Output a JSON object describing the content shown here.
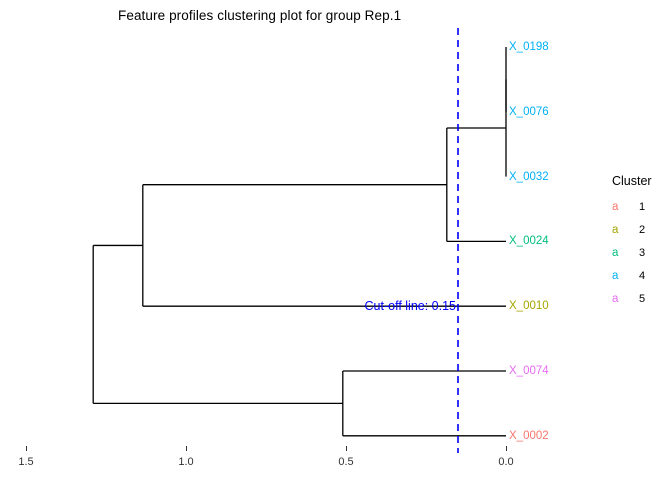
{
  "title": "Feature profiles clustering plot for group Rep.1",
  "cutoff_label": "Cut-off line: 0.15",
  "legend": {
    "title": "Cluster",
    "key_glyph": "a",
    "items": [
      {
        "label": "1",
        "color": "#F8766D"
      },
      {
        "label": "2",
        "color": "#A3A500"
      },
      {
        "label": "3",
        "color": "#00BF7D"
      },
      {
        "label": "4",
        "color": "#00B0F6"
      },
      {
        "label": "5",
        "color": "#E76BF3"
      }
    ]
  },
  "chart_data": {
    "type": "dendrogram",
    "orientation": "horizontal, leaves at right (height 0), height increasing to the left",
    "title": "Feature profiles clustering plot for group Rep.1",
    "xlabel": "",
    "ylabel": "",
    "x_axis": {
      "ticks": [
        "1.5",
        "1.0",
        "0.5",
        "0.0"
      ],
      "values": [
        1.5,
        1.0,
        0.5,
        0.0
      ],
      "range": [
        1.5,
        0.0
      ]
    },
    "grid": false,
    "legend_position": "right",
    "cutoff": 0.15,
    "cutoff_color": "#0000FF",
    "line_color": "#000000",
    "leaves": [
      {
        "label": "X_0198",
        "cluster": "4",
        "color": "#00B0F6"
      },
      {
        "label": "X_0076",
        "cluster": "4",
        "color": "#00B0F6"
      },
      {
        "label": "X_0032",
        "cluster": "4",
        "color": "#00B0F6"
      },
      {
        "label": "X_0024",
        "cluster": "3",
        "color": "#00BF7D"
      },
      {
        "label": "X_0010",
        "cluster": "2",
        "color": "#A3A500"
      },
      {
        "label": "X_0074",
        "cluster": "5",
        "color": "#E76BF3"
      },
      {
        "label": "X_0002",
        "cluster": "1",
        "color": "#F8766D"
      }
    ],
    "merges": [
      {
        "members": [
          "X_0198",
          "X_0076"
        ],
        "height": 0.0
      },
      {
        "members": [
          "X_0198",
          "X_0076",
          "X_0032"
        ],
        "height": 0.0
      },
      {
        "members": [
          "X_0198",
          "X_0076",
          "X_0032",
          "X_0024"
        ],
        "height": 0.185
      },
      {
        "members": [
          "X_0074",
          "X_0002"
        ],
        "height": 0.51
      },
      {
        "members": [
          "X_0198",
          "X_0076",
          "X_0032",
          "X_0024",
          "X_0010"
        ],
        "height": 1.135
      },
      {
        "members": [
          "X_0198",
          "X_0076",
          "X_0032",
          "X_0024",
          "X_0010",
          "X_0074",
          "X_0002"
        ],
        "height": 1.29
      }
    ],
    "segments": [
      {
        "x1": 0.0,
        "y1": 1.0,
        "x2": 0.0,
        "y2": 2.0
      },
      {
        "x1": 0.0,
        "y1": 1.5,
        "x2": 0.0,
        "y2": 3.0
      },
      {
        "x1": 0.0,
        "y1": 2.25,
        "x2": 0.185,
        "y2": 2.25
      },
      {
        "x1": 0.0,
        "y1": 4.0,
        "x2": 0.185,
        "y2": 4.0
      },
      {
        "x1": 0.185,
        "y1": 2.25,
        "x2": 0.185,
        "y2": 4.0
      },
      {
        "x1": 0.185,
        "y1": 3.125,
        "x2": 1.135,
        "y2": 3.125
      },
      {
        "x1": 0.0,
        "y1": 5.0,
        "x2": 1.135,
        "y2": 5.0
      },
      {
        "x1": 1.135,
        "y1": 3.125,
        "x2": 1.135,
        "y2": 5.0
      },
      {
        "x1": 1.135,
        "y1": 4.0625,
        "x2": 1.29,
        "y2": 4.0625
      },
      {
        "x1": 0.0,
        "y1": 6.0,
        "x2": 0.51,
        "y2": 6.0
      },
      {
        "x1": 0.0,
        "y1": 7.0,
        "x2": 0.51,
        "y2": 7.0
      },
      {
        "x1": 0.51,
        "y1": 6.0,
        "x2": 0.51,
        "y2": 7.0
      },
      {
        "x1": 0.51,
        "y1": 6.5,
        "x2": 1.29,
        "y2": 6.5
      },
      {
        "x1": 1.29,
        "y1": 4.0625,
        "x2": 1.29,
        "y2": 6.5
      }
    ]
  }
}
